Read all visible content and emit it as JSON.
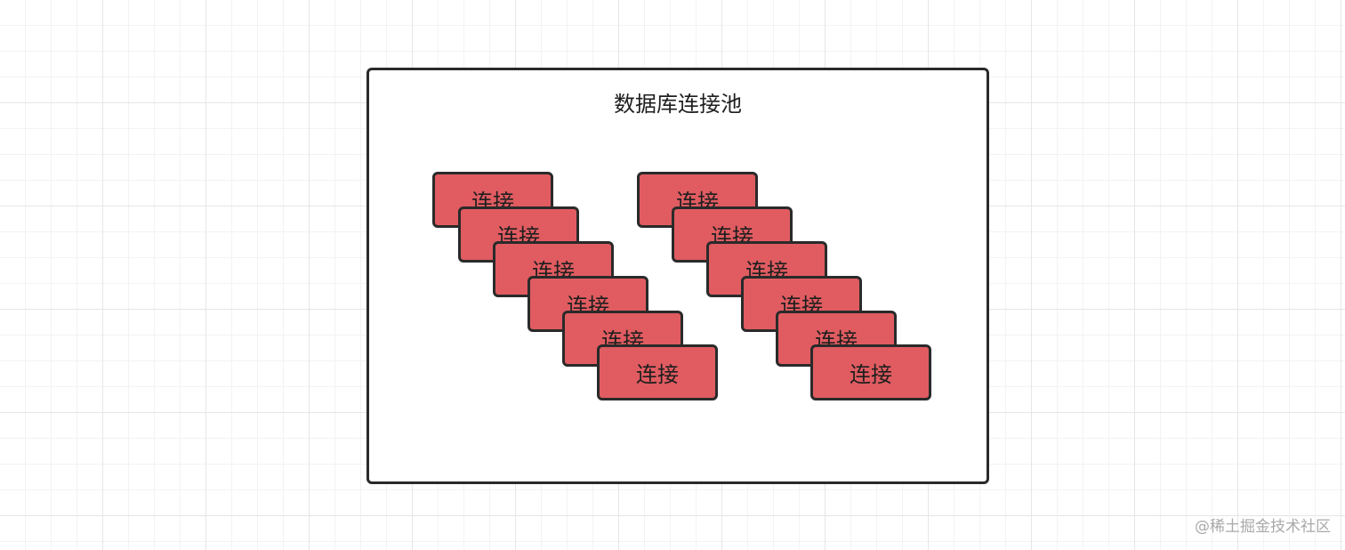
{
  "pool": {
    "title": "数据库连接池"
  },
  "groups": [
    {
      "connections": [
        "连接",
        "连接",
        "连接",
        "连接",
        "连接",
        "连接"
      ]
    },
    {
      "connections": [
        "连接",
        "连接",
        "连接",
        "连接",
        "连接",
        "连接"
      ]
    }
  ],
  "watermark": "@稀土掘金技术社区",
  "colors": {
    "connection_fill": "#e05c61",
    "stroke": "#2a2a2a",
    "grid_major": "#e6e6e6",
    "grid_minor": "#f3f3f3"
  }
}
